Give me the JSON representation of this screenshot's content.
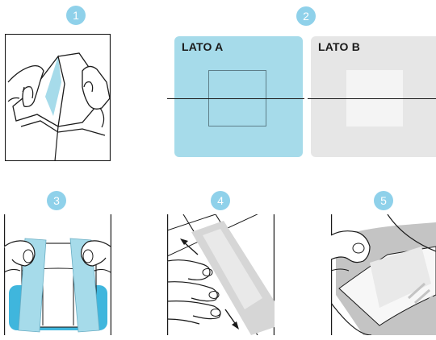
{
  "steps": [
    {
      "number": "1",
      "icon": "hands-opening-package-illustration"
    },
    {
      "number": "2",
      "icon": "patch-sides-illustration"
    },
    {
      "number": "3",
      "icon": "peeling-liners-illustration"
    },
    {
      "number": "4",
      "icon": "stretch-arrows-illustration"
    },
    {
      "number": "5",
      "icon": "press-patch-illustration"
    }
  ],
  "sides": {
    "a": {
      "label": "LATO A",
      "color": "#a6dbea"
    },
    "b": {
      "label": "LATO B",
      "color": "#e6e6e6"
    }
  },
  "colors": {
    "badge": "#8fd1ea",
    "liner": "#a6dbea",
    "liner_dark": "#3fb6dd",
    "patch": "#d6d6d6",
    "line": "#1a1a1a"
  }
}
